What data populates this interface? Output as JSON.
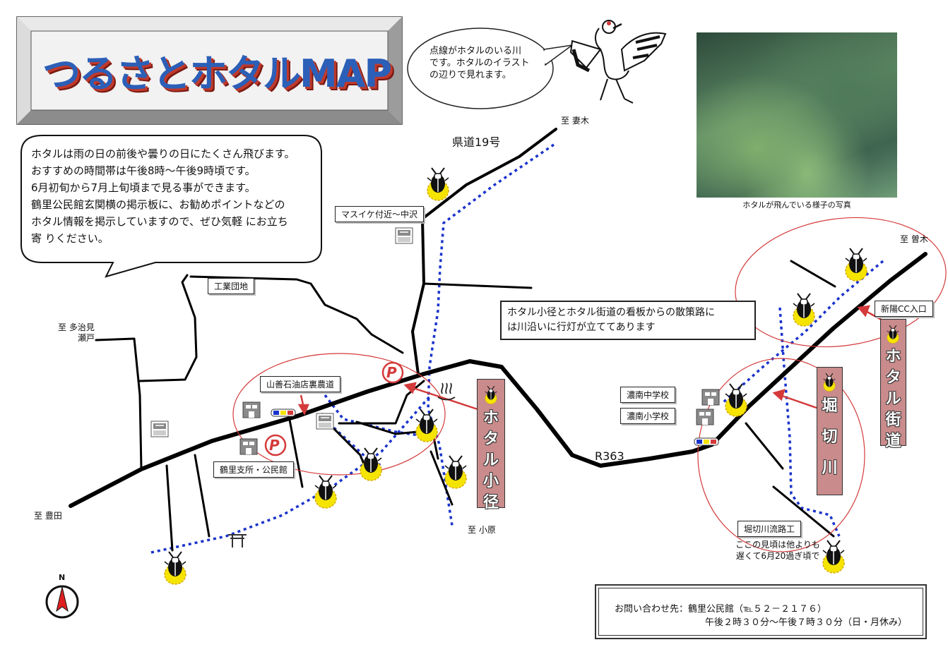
{
  "title": "つるさとホタルMAP",
  "speech_bubble": [
    "点線がホタルのいる川",
    "です。ホタルのイラスト",
    "の辺りで見れます。"
  ],
  "info": [
    "ホタルは雨の日の前後や曇りの日にたくさん飛びます。",
    "おすすめの時間帯は午後8時～午後9時頃です。",
    "6月初旬から7月上旬頃まで見る事ができます。",
    "鶴里公民館玄関横の掲示板に、お勧めポイントなどの",
    "ホタル情報を掲示していますので、ぜひ気軽 にお立ち",
    "寄 りください。"
  ],
  "photo_caption": "ホタルが飛んでいる様子の写真",
  "annotation": [
    "ホタル小径とホタル街道の看板からの散策路に",
    "は川沿いに行灯が立ててあります"
  ],
  "roads": {
    "prefectural": "県道19号",
    "national": "R363"
  },
  "destinations": {
    "tsumagi": "至 妻木",
    "sogi": "至 曽木",
    "tajimi": "至 多治見",
    "seto": "瀬戸",
    "toyota": "至 豊田",
    "ohara": "至 小原"
  },
  "places": {
    "masuike": "マスイケ付近～中沢",
    "industrial": "工業団地",
    "yamazen": "山善石油店裏農道",
    "tsurusato_branch": "鶴里支所・公民館",
    "junior_high": "濃南中学校",
    "elementary": "濃南小学校",
    "shinyo_cc": "新陽CC入口",
    "horikiri_channel": "堀切川流路工"
  },
  "horikiri_note": [
    "ここの見頃は他よりも",
    "遅くて6月20過ぎ頃で"
  ],
  "signs": {
    "hotaru_komichi": [
      "ホ",
      "タ",
      "ル",
      "小",
      "径"
    ],
    "horikiri_river": [
      "堀",
      "切",
      "川"
    ],
    "hotaru_kaido": [
      "ホ",
      "タ",
      "ル",
      "街",
      "道"
    ]
  },
  "parking": "P",
  "compass": "N",
  "contact": {
    "line1": "お問い合わせ先：鶴里公民館（℡５２－２１７６）",
    "line2": "午後２時３０分～午後７時３０分（日・月休み）"
  },
  "colors": {
    "road": "#000000",
    "river": "#1a33cc",
    "circle": "#d43a3a",
    "sign": "#c98b8b",
    "firefly_glow": "#f5e400"
  },
  "icons": [
    "firefly-icon",
    "crane-icon",
    "school-icon",
    "post-office-icon",
    "shrine-gate-icon",
    "hot-spring-icon",
    "parking-icon",
    "lantern-icon",
    "compass-icon"
  ]
}
